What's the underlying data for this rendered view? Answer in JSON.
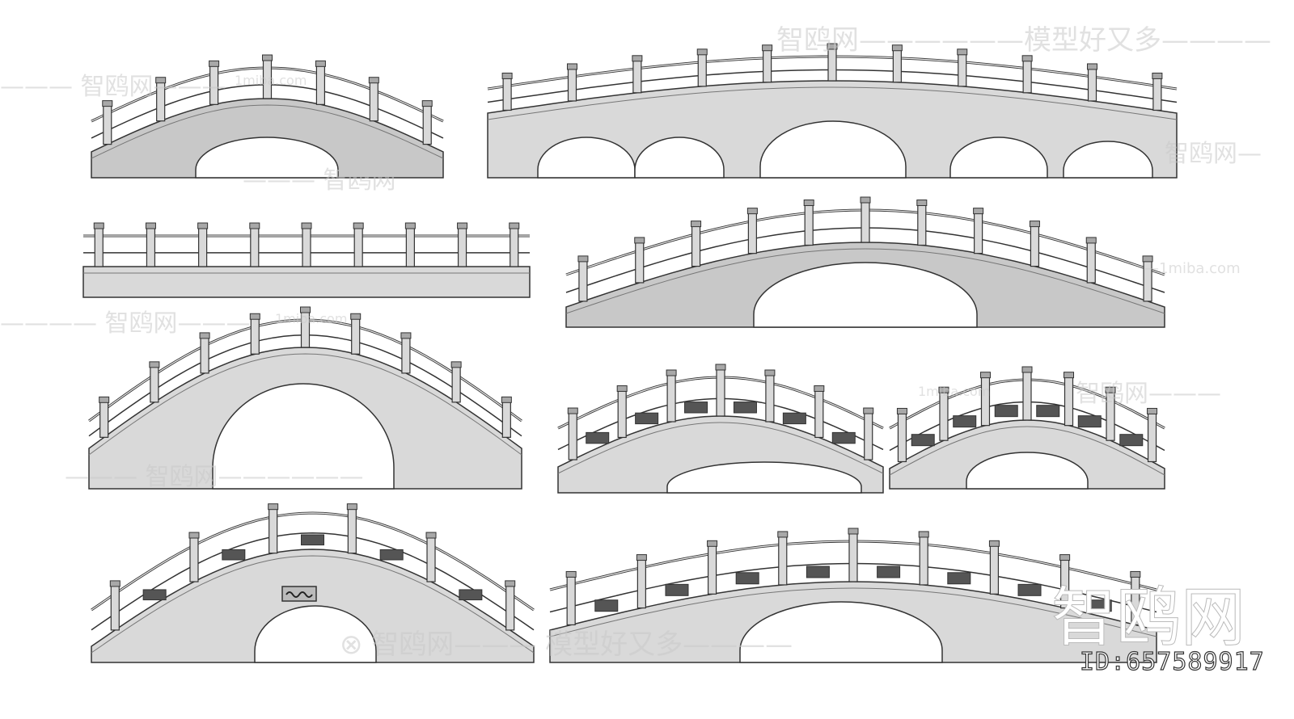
{
  "watermarks": {
    "brand_line": "智鸥网——————模型好又多————",
    "brand_short": "智鸥网",
    "site": "1miba.com",
    "corner_logo": "智鸥网"
  },
  "model_id": "ID:657589917",
  "colors": {
    "stone": "#d9d9d9",
    "stone_dark": "#a8a8a8",
    "outline": "#333333",
    "panel_dark": "#555555"
  }
}
